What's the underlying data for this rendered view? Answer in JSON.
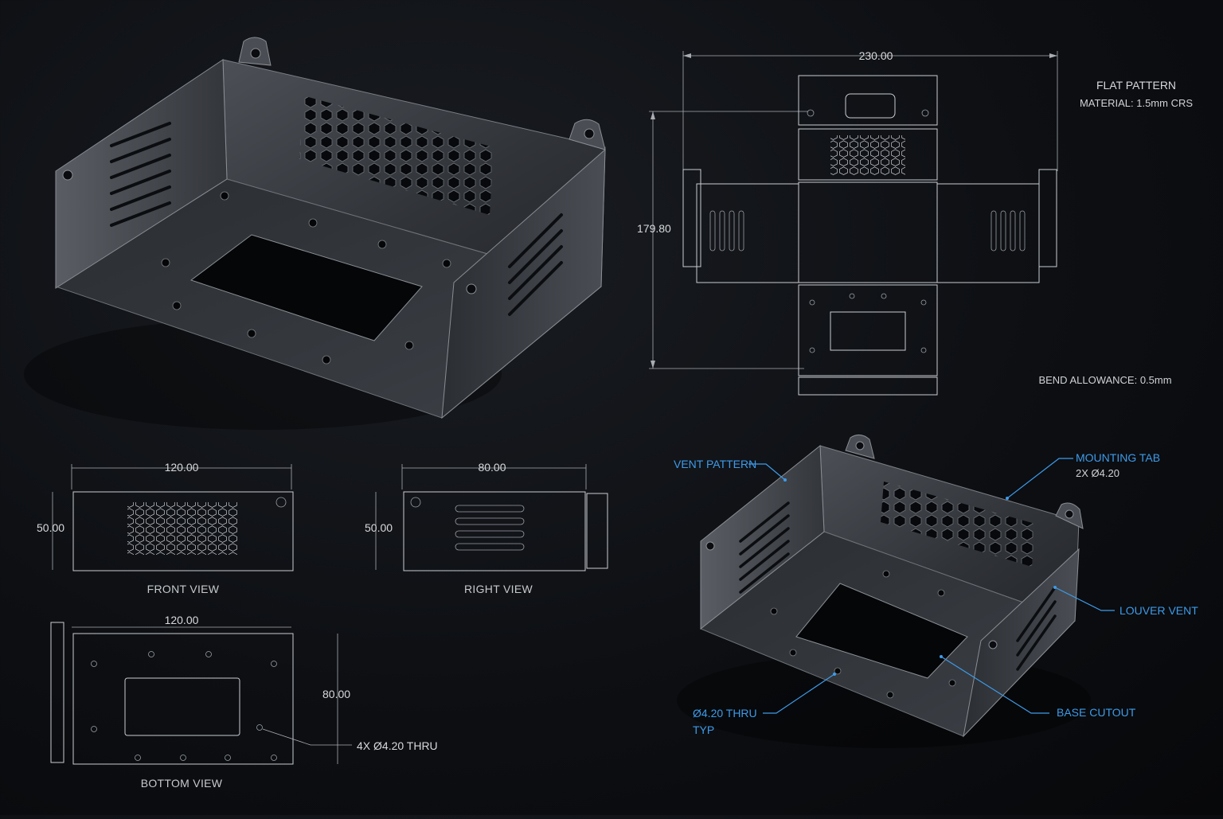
{
  "flat_pattern": {
    "title": "FLAT PATTERN",
    "material": "MATERIAL: 1.5mm CRS",
    "width_dim": "230.00",
    "height_dim": "179.80",
    "bend_allowance": "BEND ALLOWANCE: 0.5mm"
  },
  "front_view": {
    "caption": "FRONT VIEW",
    "width_dim": "120.00",
    "height_dim": "50.00"
  },
  "right_view": {
    "caption": "RIGHT VIEW",
    "width_dim": "80.00",
    "height_dim": "50.00"
  },
  "bottom_view": {
    "caption": "BOTTOM VIEW",
    "width_dim": "120.00",
    "height_dim": "80.00",
    "hole_note": "4X Ø4.20 THRU"
  },
  "callouts": {
    "vent_pattern": "VENT PATTERN",
    "mounting_tab": "MOUNTING TAB",
    "mounting_tab_spec": "2X Ø4.20",
    "louver_vent": "LOUVER VENT",
    "hole_thru": "Ø4.20 THRU",
    "hole_thru_typ": "TYP",
    "base_cutout": "BASE CUTOUT"
  },
  "colors": {
    "background": "#0d0f13",
    "metal": "#3a3d42",
    "line": "#c9ccd1",
    "callout": "#3d9bea"
  }
}
